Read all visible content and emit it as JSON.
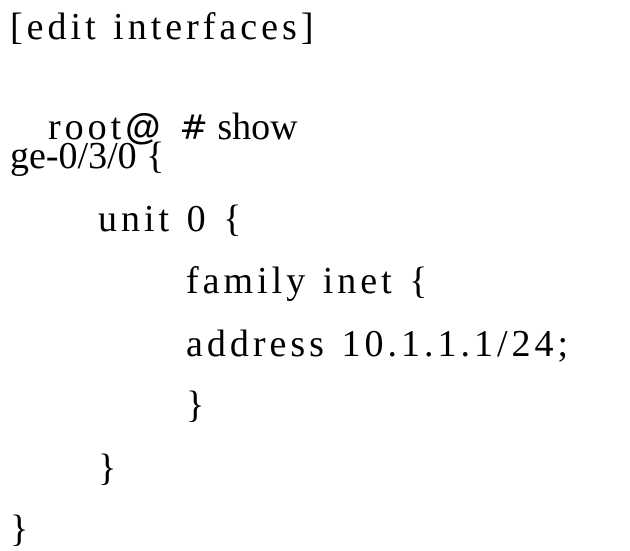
{
  "terminal": {
    "lines": [
      {
        "text": "[edit interfaces]"
      },
      {
        "prompt": {
          "user": "root",
          "at": "@",
          "hash": "#",
          "command": "show"
        }
      },
      {
        "text": "ge-0/3/0 {"
      },
      {
        "text": "unit 0 {"
      },
      {
        "text": "family inet {"
      },
      {
        "text": "address 10.1.1.1/24;"
      },
      {
        "text": "}"
      },
      {
        "text": "}"
      },
      {
        "text": "}"
      }
    ]
  }
}
